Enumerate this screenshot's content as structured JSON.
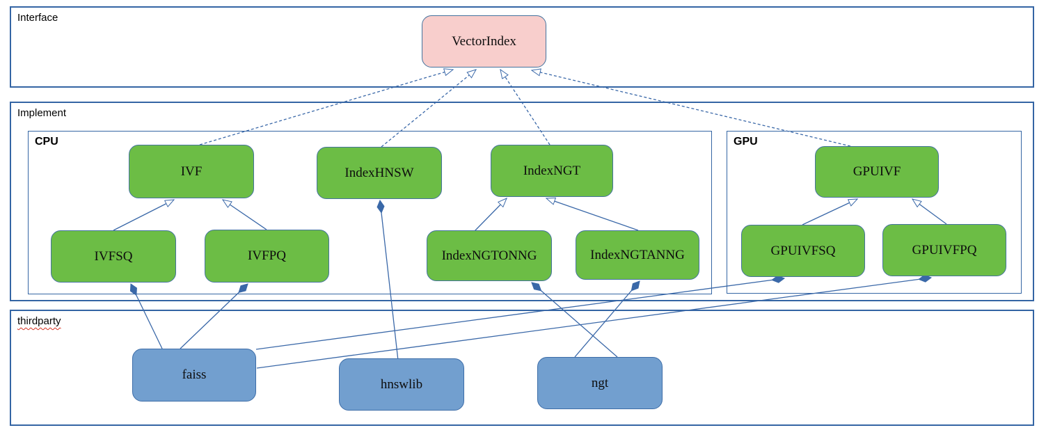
{
  "diagram": {
    "containers": {
      "interface": {
        "label": "Interface"
      },
      "implement": {
        "label": "Implement"
      },
      "cpu": {
        "label": "CPU"
      },
      "gpu": {
        "label": "GPU"
      },
      "thirdparty": {
        "label": "thirdparty"
      }
    },
    "nodes": {
      "vectorindex": {
        "label": "VectorIndex"
      },
      "ivf": {
        "label": "IVF"
      },
      "indexhnsw": {
        "label": "IndexHNSW"
      },
      "indexngt": {
        "label": "IndexNGT"
      },
      "ivfsq": {
        "label": "IVFSQ"
      },
      "ivfpq": {
        "label": "IVFPQ"
      },
      "indexngtonng": {
        "label": "IndexNGTONNG"
      },
      "indexngtanng": {
        "label": "IndexNGTANNG"
      },
      "gpuivf": {
        "label": "GPUIVF"
      },
      "gpuivfsq": {
        "label": "GPUIVFSQ"
      },
      "gpuivfpq": {
        "label": "GPUIVFPQ"
      },
      "faiss": {
        "label": "faiss"
      },
      "hnswlib": {
        "label": "hnswlib"
      },
      "ngt": {
        "label": "ngt"
      }
    },
    "edges": [
      {
        "from": "IVF",
        "to": "VectorIndex",
        "type": "realization-dashed-hollow-arrow"
      },
      {
        "from": "IndexHNSW",
        "to": "VectorIndex",
        "type": "realization-dashed-hollow-arrow"
      },
      {
        "from": "IndexNGT",
        "to": "VectorIndex",
        "type": "realization-dashed-hollow-arrow"
      },
      {
        "from": "GPUIVF",
        "to": "VectorIndex",
        "type": "realization-dashed-hollow-arrow"
      },
      {
        "from": "IVFSQ",
        "to": "IVF",
        "type": "generalization-hollow-arrow"
      },
      {
        "from": "IVFPQ",
        "to": "IVF",
        "type": "generalization-hollow-arrow"
      },
      {
        "from": "IndexNGTONNG",
        "to": "IndexNGT",
        "type": "generalization-hollow-arrow"
      },
      {
        "from": "IndexNGTANNG",
        "to": "IndexNGT",
        "type": "generalization-hollow-arrow"
      },
      {
        "from": "GPUIVFSQ",
        "to": "GPUIVF",
        "type": "generalization-hollow-arrow"
      },
      {
        "from": "GPUIVFPQ",
        "to": "GPUIVF",
        "type": "generalization-hollow-arrow"
      },
      {
        "from": "faiss",
        "to": "IVFSQ",
        "type": "composition-filled-diamond"
      },
      {
        "from": "faiss",
        "to": "IVFPQ",
        "type": "composition-filled-diamond"
      },
      {
        "from": "faiss",
        "to": "GPUIVFSQ",
        "type": "composition-filled-diamond"
      },
      {
        "from": "faiss",
        "to": "GPUIVFPQ",
        "type": "composition-filled-diamond"
      },
      {
        "from": "hnswlib",
        "to": "IndexHNSW",
        "type": "composition-filled-diamond"
      },
      {
        "from": "ngt",
        "to": "IndexNGTONNG",
        "type": "composition-filled-diamond"
      },
      {
        "from": "ngt",
        "to": "IndexNGTANNG",
        "type": "composition-filled-diamond"
      }
    ],
    "colors": {
      "interface_fill": "#f8cecc",
      "class_fill": "#6cbd45",
      "library_fill": "#729fcf",
      "connector": "#3a68a8",
      "container_border": "#3465a4",
      "node_border": "#44739e"
    }
  }
}
